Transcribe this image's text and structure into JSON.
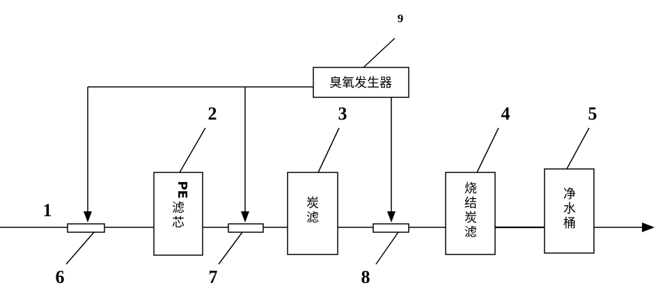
{
  "components": {
    "ozone_generator": {
      "number": "9",
      "label": "臭氧发生器"
    },
    "pe_filter": {
      "number": "2",
      "label_prefix": "PE",
      "label": "滤芯"
    },
    "carbon_filter": {
      "number": "3",
      "label": "炭滤"
    },
    "sintered_carbon": {
      "number": "4",
      "label": "烧结炭滤"
    },
    "clean_bucket": {
      "number": "5",
      "label": "净水桶"
    }
  },
  "pipe": {
    "inlet_number": "1"
  },
  "mixers": [
    {
      "number": "6"
    },
    {
      "number": "7"
    },
    {
      "number": "8"
    }
  ]
}
